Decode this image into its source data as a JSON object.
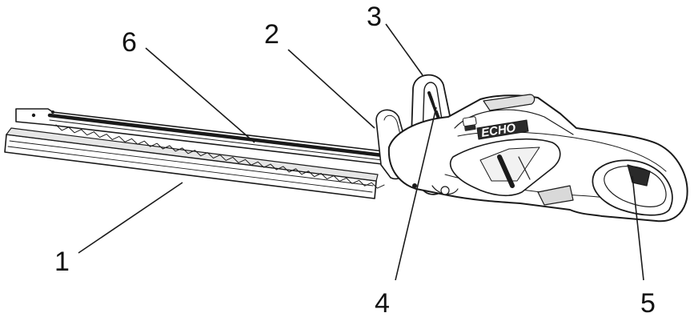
{
  "diagram": {
    "brand_logo": "ECHO",
    "callouts": [
      {
        "id": "c1",
        "label": "1"
      },
      {
        "id": "c2",
        "label": "2"
      },
      {
        "id": "c3",
        "label": "3"
      },
      {
        "id": "c4",
        "label": "4"
      },
      {
        "id": "c5",
        "label": "5"
      },
      {
        "id": "c6",
        "label": "6"
      }
    ]
  },
  "colors": {
    "line": "#1a1a1a",
    "fill": "#ffffff",
    "shade": "#d9d9d9",
    "dark": "#2a2a2a"
  }
}
